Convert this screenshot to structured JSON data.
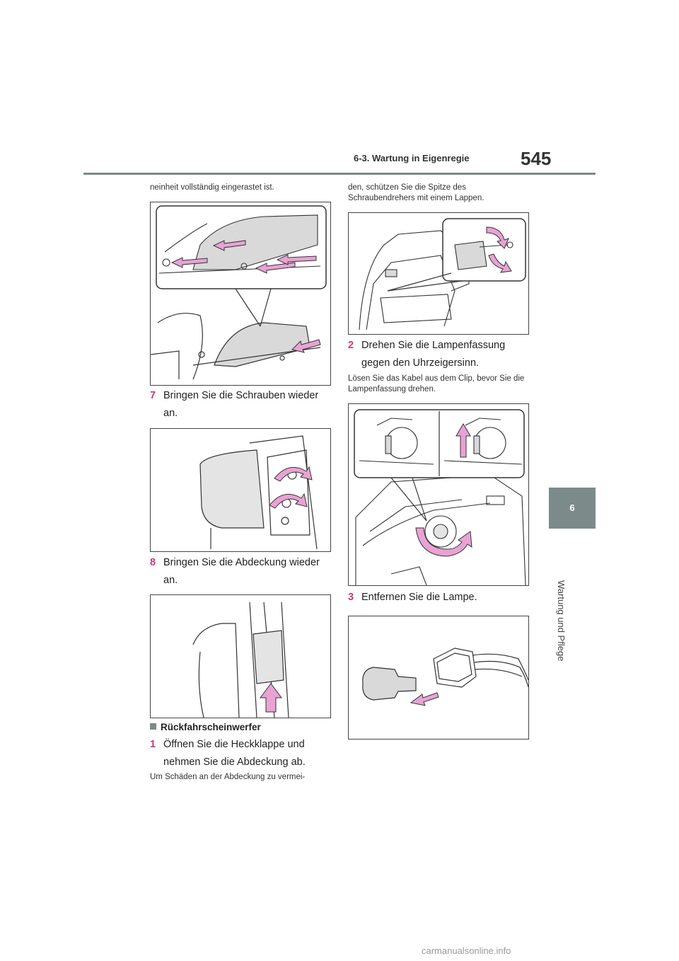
{
  "header": {
    "section": "6-3. Wartung in Eigenregie",
    "page_number": "545"
  },
  "side_tab": {
    "number": "6",
    "label": "Wartung und Pflege"
  },
  "left_column": {
    "intro_text": "neinheit vollständig eingerastet ist.",
    "step7_num": "7",
    "step7_text": "Bringen Sie die Schrauben wieder an.",
    "step8_num": "8",
    "step8_text": "Bringen Sie die Abdeckung wieder an.",
    "section_heading": "Rückfahrscheinwerfer",
    "step1_num": "1",
    "step1_text": "Öffnen Sie die Heckklappe und nehmen Sie die Abdeckung ab.",
    "step1_note": "Um Schäden an der Abdeckung zu vermei-"
  },
  "right_column": {
    "intro_text": "den, schützen Sie die Spitze des Schraubendrehers mit einem Lappen.",
    "step2_num": "2",
    "step2_text": "Drehen Sie die Lampenfassung gegen den Uhrzeigersinn.",
    "step2_note": "Lösen Sie das Kabel aus dem Clip, bevor Sie die Lampenfassung drehen.",
    "step3_num": "3",
    "step3_text": "Entfernen Sie die Lampe."
  },
  "colors": {
    "accent_pink": "#e8a3d4",
    "step_number": "#c7387a",
    "tab_gray": "#7c8b89"
  },
  "footer": {
    "watermark": "carmanualsonline.info"
  }
}
